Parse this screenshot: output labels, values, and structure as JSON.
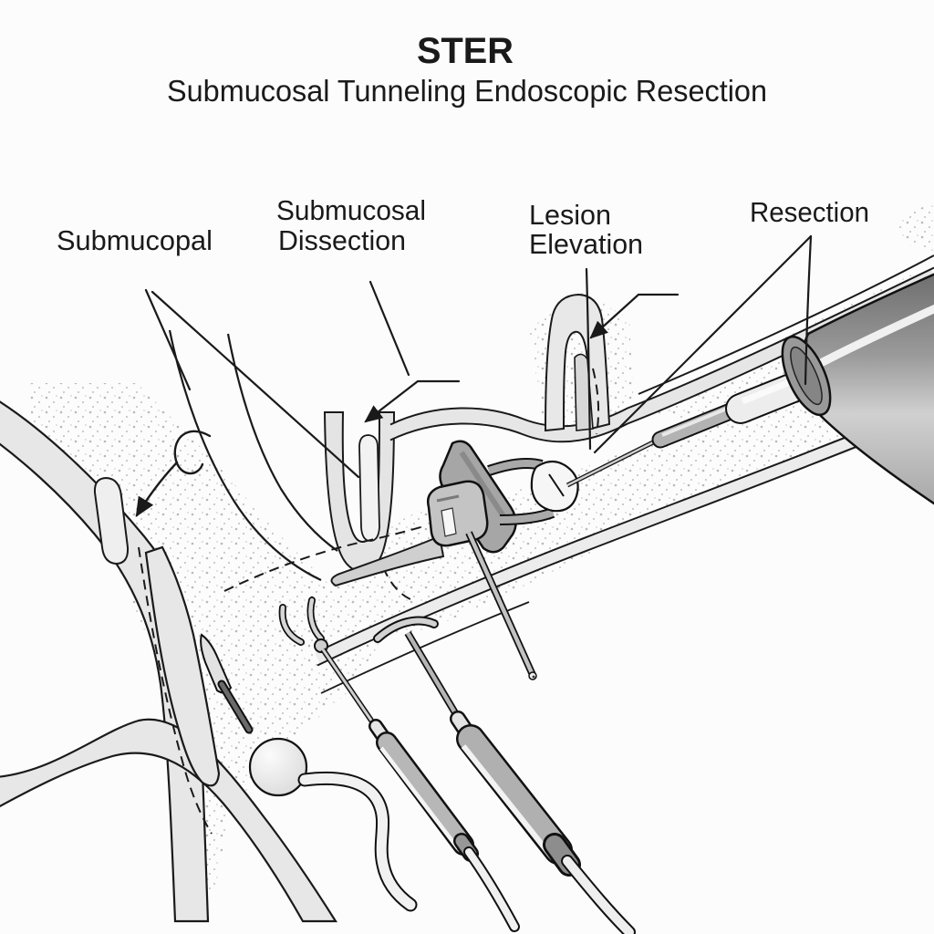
{
  "title": {
    "main": "STER",
    "subtitle": "Submucosal Tunneling Endoscopic Resection"
  },
  "labels": {
    "submucosal_flap": "Submucopal",
    "dissection_line1": "Submucosal",
    "dissection_line2": "Dissection",
    "elevation_line1": "Lesion",
    "elevation_line2": "Elevation",
    "resection": "Resection"
  },
  "colors": {
    "background": "#fcfcfc",
    "ink": "#1a1a1a",
    "tissue_fill": "#e6e6e6",
    "stipple_dot": "#bdbdbd",
    "instrument_steel": "#b3b3b3",
    "scope_body": "#9a9a9a",
    "lesion_fill": "#f6f6f6"
  },
  "icons": {
    "leader_arrow": "arrowhead-icon"
  }
}
